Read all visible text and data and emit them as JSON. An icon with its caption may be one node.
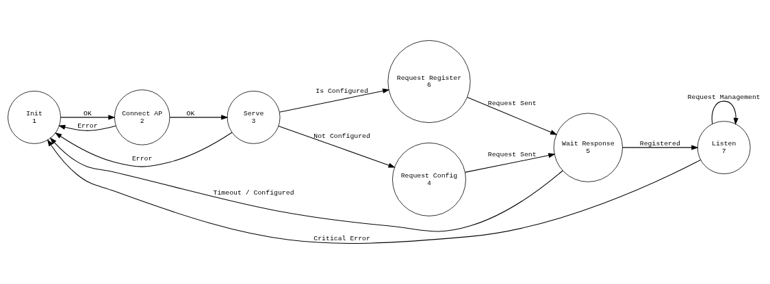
{
  "diagram": {
    "nodes": [
      {
        "text": [
          "Init",
          "1"
        ]
      },
      {
        "text": [
          "Connect AP",
          "2"
        ]
      },
      {
        "text": [
          "Serve",
          "3"
        ]
      },
      {
        "text": [
          "Request Register",
          "6"
        ]
      },
      {
        "text": [
          "Request Config",
          "4"
        ]
      },
      {
        "text": [
          "Wait Response",
          "5"
        ]
      },
      {
        "text": [
          "Listen",
          "7"
        ]
      }
    ],
    "edges": [
      {
        "from": 0,
        "to": 1,
        "arrow": "to",
        "label": "OK"
      },
      {
        "from": 1,
        "to": 2,
        "arrow": "to",
        "label": "OK"
      },
      {
        "from": 1,
        "to": 0,
        "arrow": "to",
        "label": "Error"
      },
      {
        "from": 2,
        "to": 0,
        "arrow": "to",
        "label": "Error"
      },
      {
        "from": 2,
        "to": 3,
        "arrow": "to",
        "label": "Is Configured"
      },
      {
        "from": 2,
        "to": 4,
        "arrow": "to",
        "label": "Not Configured"
      },
      {
        "from": 3,
        "to": 5,
        "arrow": "to",
        "label": "Request Sent"
      },
      {
        "from": 4,
        "to": 5,
        "arrow": "to",
        "label": "Request Sent"
      },
      {
        "from": 5,
        "to": 6,
        "arrow": "to",
        "label": "Registered"
      },
      {
        "from": 6,
        "to": 6,
        "arrow": "to",
        "label": "Request Management"
      },
      {
        "from": 6,
        "to": 0,
        "arrow": "to",
        "label": "Critical Error"
      },
      {
        "from": 5,
        "to": 0,
        "arrow": "to",
        "label": "Timeout / Configured"
      }
    ]
  }
}
